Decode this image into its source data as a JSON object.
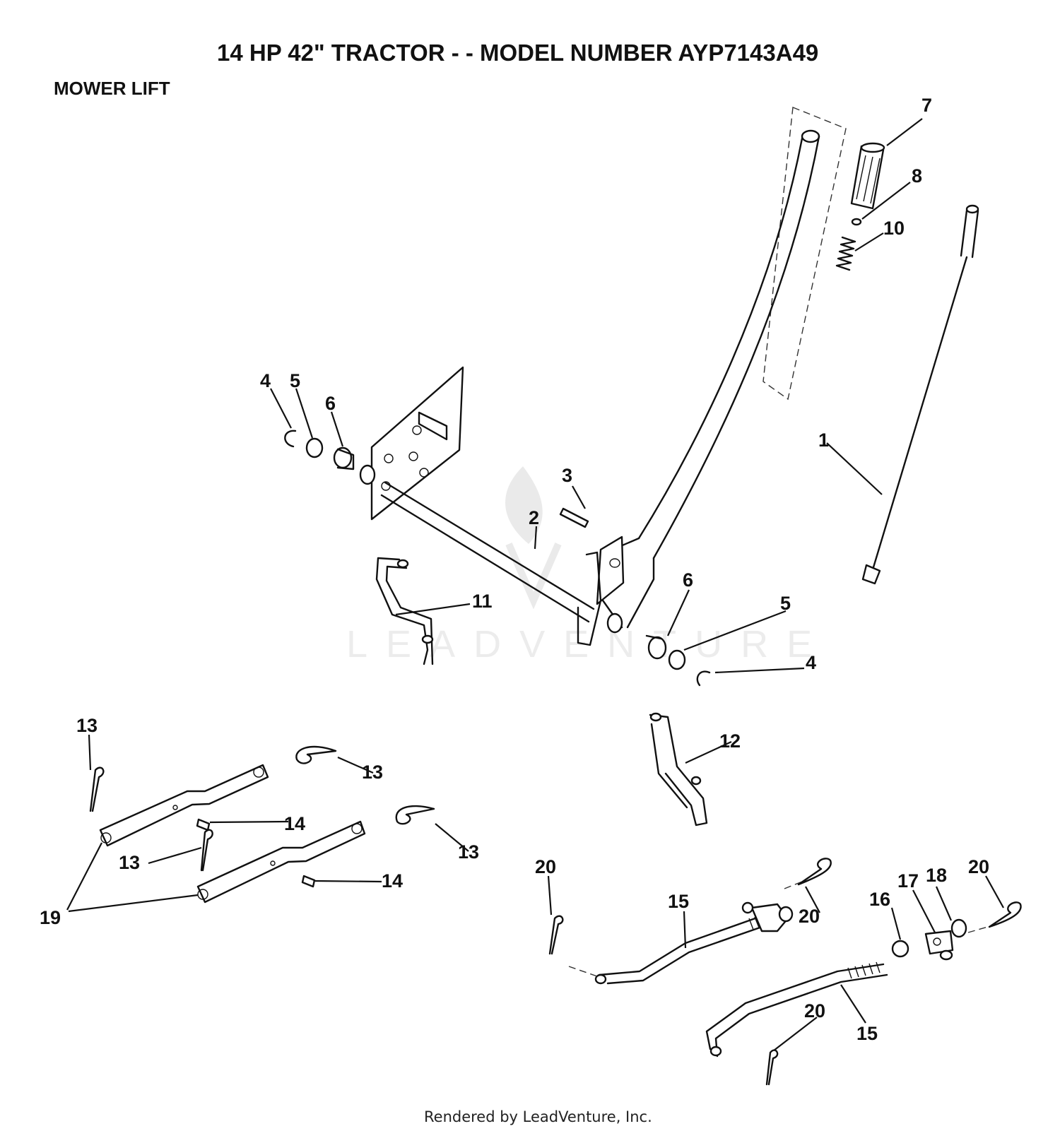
{
  "header": {
    "title": "14 HP 42\" TRACTOR - - MODEL NUMBER AYP7143A49",
    "section": "MOWER LIFT"
  },
  "watermark": "LEADVENTURE",
  "footer": "Rendered by LeadVenture, Inc.",
  "callouts": [
    "1",
    "2",
    "3",
    "4",
    "5",
    "6",
    "7",
    "8",
    "10",
    "4",
    "5",
    "6",
    "11",
    "12",
    "13",
    "13",
    "13",
    "13",
    "14",
    "14",
    "19",
    "20",
    "20",
    "20",
    "20",
    "15",
    "15",
    "16",
    "17",
    "18"
  ]
}
